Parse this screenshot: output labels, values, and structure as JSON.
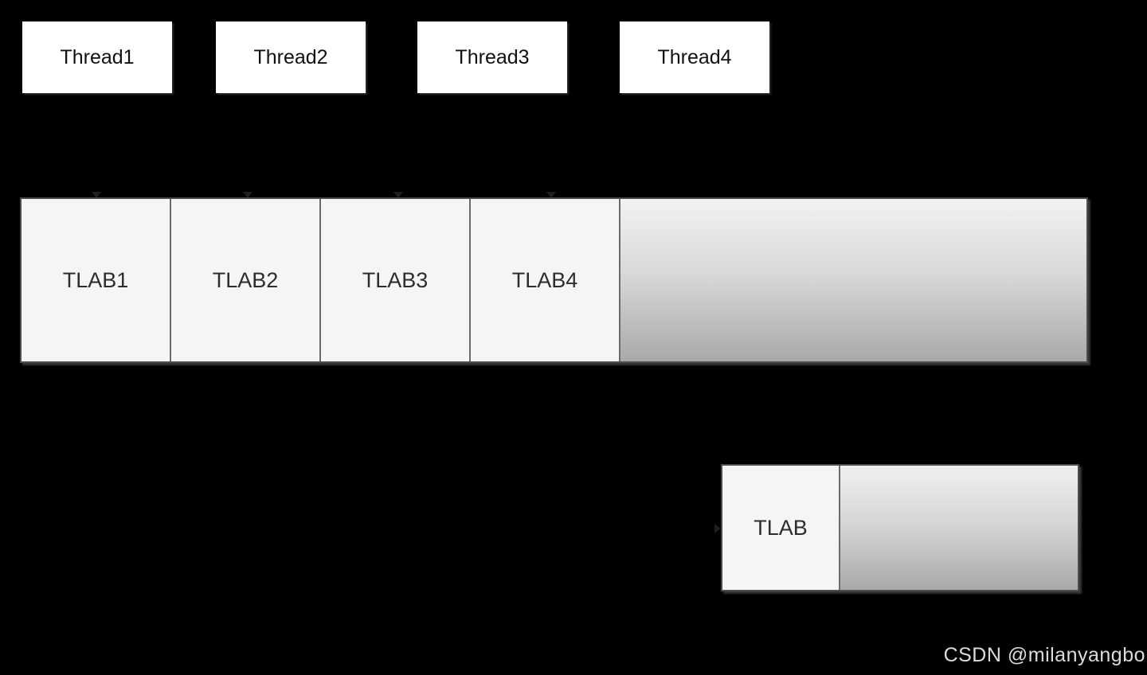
{
  "diagram": {
    "threads": [
      {
        "label": "Thread1"
      },
      {
        "label": "Thread2"
      },
      {
        "label": "Thread3"
      },
      {
        "label": "Thread4"
      }
    ],
    "large_bar": {
      "tlabs": [
        {
          "label": "TLAB1"
        },
        {
          "label": "TLAB2"
        },
        {
          "label": "TLAB3"
        },
        {
          "label": "TLAB4"
        }
      ]
    },
    "small_bar": {
      "tlab_label": "TLAB"
    },
    "watermark": "CSDN @milanyangbo",
    "colors": {
      "background": "#000000",
      "thread_box_fill": "#ffffff",
      "tlab_fill": "#f5f5f5",
      "bar_border": "#4d4d4d",
      "divider": "#6b6b6b",
      "gradient_top": "#f2f2f2",
      "gradient_bottom": "#a9a9a9",
      "watermark_text": "#dcdcdc"
    }
  }
}
